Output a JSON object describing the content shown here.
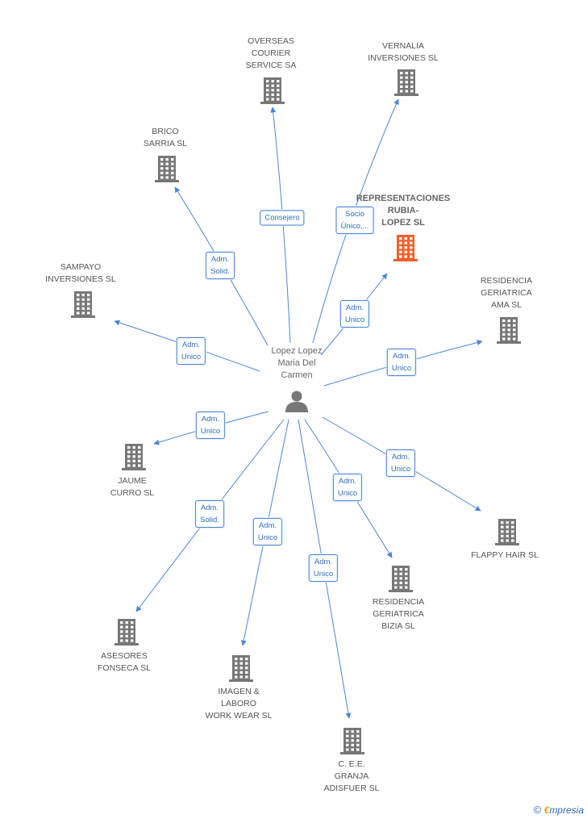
{
  "center": {
    "label": "Lopez Lopez\nMaria Del\nCarmen"
  },
  "nodes": [
    {
      "id": "overseas",
      "label": "OVERSEAS\nCOURIER\nSERVICE SA",
      "edge": "Consejero"
    },
    {
      "id": "vernalia",
      "label": "VERNALIA\nINVERSIONES SL",
      "edge": "Socio\nÚnico,..."
    },
    {
      "id": "brico",
      "label": "BRICO\nSARRIA SL",
      "edge": "Adm.\nSolid."
    },
    {
      "id": "representaciones",
      "label": "REPRESENTACIONES\nRUBIA-\nLOPEZ SL",
      "edge": "Adm.\nUnico",
      "highlight": true
    },
    {
      "id": "sampayo",
      "label": "SAMPAYO\nINVERSIONES SL",
      "edge": "Adm.\nUnico"
    },
    {
      "id": "residencia_ama",
      "label": "RESIDENCIA\nGERIATRICA\nAMA SL",
      "edge": "Adm.\nUnico"
    },
    {
      "id": "jaume",
      "label": "JAUME\nCURRO  SL",
      "edge": "Adm.\nUnico"
    },
    {
      "id": "flappy",
      "label": "FLAPPY HAIR SL",
      "edge": "Adm.\nUnico"
    },
    {
      "id": "residencia_bizia",
      "label": "RESIDENCIA\nGERIATRICA\nBIZIA SL",
      "edge": "Adm.\nUnico"
    },
    {
      "id": "asesores",
      "label": "ASESORES\nFONSECA SL",
      "edge": "Adm.\nSolid."
    },
    {
      "id": "imagen",
      "label": "IMAGEN &\nLABORO\nWORK WEAR SL",
      "edge": "Adm.\nUnico"
    },
    {
      "id": "cee",
      "label": "C. E.E.\nGRANJA\nADISFUER  SL",
      "edge": "Adm.\nUnico"
    }
  ],
  "colors": {
    "edge": "#4a86d8",
    "building": "#777777",
    "highlight": "#f0602a",
    "person": "#777777"
  },
  "footer": {
    "copyright": "©",
    "brand_first": "€",
    "brand_rest": "mpresia"
  }
}
